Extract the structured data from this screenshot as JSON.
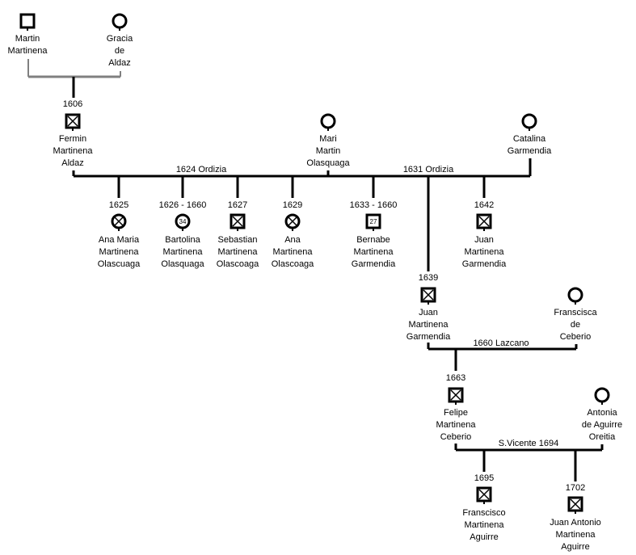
{
  "people": [
    {
      "id": "martin",
      "sex": "male",
      "deceased": false,
      "name": [
        "Martin",
        "Martinena"
      ]
    },
    {
      "id": "gracia",
      "sex": "female",
      "deceased": false,
      "name": [
        "Gracia",
        "de",
        "Aldaz"
      ]
    },
    {
      "id": "fermin",
      "sex": "male",
      "deceased": true,
      "year": "1606",
      "name": [
        "Fermin",
        "Martinena",
        "Aldaz"
      ]
    },
    {
      "id": "mari",
      "sex": "female",
      "deceased": false,
      "name": [
        "Mari",
        "Martin",
        "Olasquaga"
      ]
    },
    {
      "id": "catalina",
      "sex": "female",
      "deceased": false,
      "name": [
        "Catalina",
        "Garmendia"
      ]
    },
    {
      "id": "ana-maria",
      "sex": "female",
      "deceased": true,
      "year": "1625",
      "name": [
        "Ana Maria",
        "Martinena",
        "Olascuaga"
      ]
    },
    {
      "id": "bartolina",
      "sex": "female",
      "deceased": false,
      "age": "34",
      "year": "1626 - 1660",
      "name": [
        "Bartolina",
        "Martinena",
        "Olasquaga"
      ]
    },
    {
      "id": "sebastian",
      "sex": "male",
      "deceased": true,
      "year": "1627",
      "name": [
        "Sebastian",
        "Martinena",
        "Olascoaga"
      ]
    },
    {
      "id": "ana",
      "sex": "female",
      "deceased": true,
      "year": "1629",
      "name": [
        "Ana",
        "Martinena",
        "Olascoaga"
      ]
    },
    {
      "id": "bernabe",
      "sex": "male",
      "deceased": false,
      "age": "27",
      "year": "1633 - 1660",
      "name": [
        "Bernabe",
        "Martinena",
        "Garmendia"
      ]
    },
    {
      "id": "juan-1642",
      "sex": "male",
      "deceased": true,
      "year": "1642",
      "name": [
        "Juan",
        "Martinena",
        "Garmendia"
      ]
    },
    {
      "id": "juan-1639",
      "sex": "male",
      "deceased": true,
      "year": "1639",
      "name": [
        "Juan",
        "Martinena",
        "Garmendia"
      ]
    },
    {
      "id": "francisca",
      "sex": "female",
      "deceased": false,
      "name": [
        "Franscisca",
        "de",
        "Ceberio"
      ]
    },
    {
      "id": "felipe",
      "sex": "male",
      "deceased": true,
      "year": "1663",
      "name": [
        "Felipe",
        "Martinena",
        "Ceberio"
      ]
    },
    {
      "id": "antonia",
      "sex": "female",
      "deceased": false,
      "name": [
        "Antonia",
        "de Aguirre",
        "Oreitia"
      ]
    },
    {
      "id": "francisco",
      "sex": "male",
      "deceased": true,
      "year": "1695",
      "name": [
        "Franscisco",
        "Martinena",
        "Aguirre"
      ]
    },
    {
      "id": "juan-antonio",
      "sex": "male",
      "deceased": true,
      "year": "1702",
      "name": [
        "Juan Antonio",
        "Martinena",
        "Aguirre"
      ]
    }
  ],
  "marriages": [
    {
      "id": "martin-gracia",
      "label": ""
    },
    {
      "id": "fermin-mari",
      "label": "1624 Ordizia"
    },
    {
      "id": "fermin-catalina",
      "label": "1631 Ordizia"
    },
    {
      "id": "juan-francisca",
      "label": "1660 Lazcano"
    },
    {
      "id": "felipe-antonia",
      "label": "S.Vicente 1694"
    }
  ],
  "colors": {
    "line": "#000000",
    "parent_line": "#808080",
    "symbol": "#000000",
    "background": "#ffffff"
  }
}
